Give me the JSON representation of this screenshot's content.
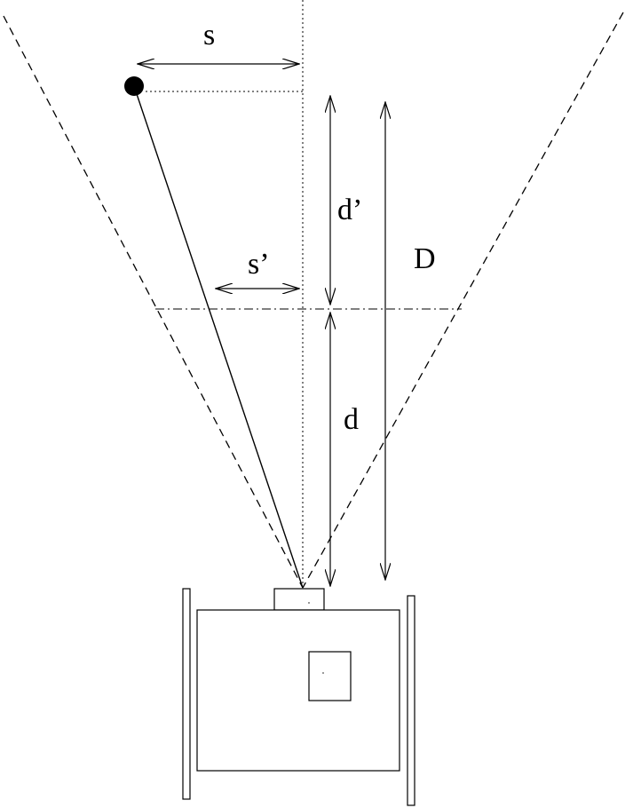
{
  "diagram": {
    "labels": {
      "s": "s",
      "s_prime": "s’",
      "d_prime": "d’",
      "d": "d",
      "D": "D"
    },
    "colors": {
      "stroke": "#000000",
      "background": "#ffffff"
    }
  }
}
